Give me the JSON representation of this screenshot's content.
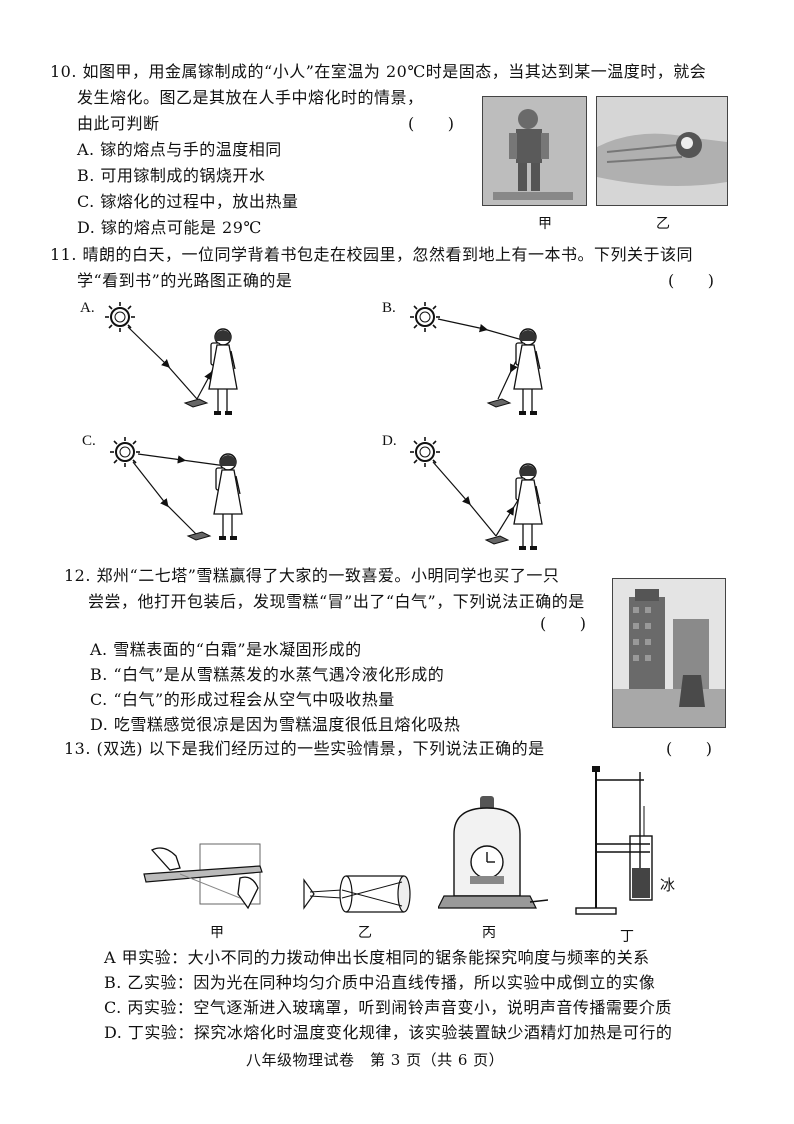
{
  "q10": {
    "l1": "10. 如图甲，用金属镓制成的“小人”在室温为 20℃时是固态，当其达到某一温度时，就会",
    "l2": "发生熔化。图乙是其放在人手中熔化时的情景，",
    "l3": "由此可判断",
    "paren": "(　　)",
    "opts": [
      "A. 镓的熔点与手的温度相同",
      "B. 可用镓制成的锅烧开水",
      "C. 镓熔化的过程中，放出热量",
      "D. 镓的熔点可能是 29℃"
    ],
    "cap1": "甲",
    "cap2": "乙"
  },
  "q11": {
    "l1": "11. 晴朗的白天，一位同学背着书包走在校园里，忽然看到地上有一本书。下列关于该同",
    "l2": "学“看到书”的光路图正确的是",
    "paren": "(　　)",
    "labels": [
      "A.",
      "B.",
      "C.",
      "D."
    ]
  },
  "q12": {
    "l1": "12. 郑州“二七塔”雪糕赢得了大家的一致喜爱。小明同学也买了一只",
    "l2": "尝尝，他打开包装后，发现雪糕“冒”出了“白气”，下列说法正确的是",
    "paren": "(　　)",
    "opts": [
      "A. 雪糕表面的“白霜”是水凝固形成的",
      "B. “白气”是从雪糕蒸发的水蒸气遇冷液化形成的",
      "C. “白气”的形成过程会从空气中吸收热量",
      "D. 吃雪糕感觉很凉是因为雪糕温度很低且熔化吸热"
    ]
  },
  "q13": {
    "l1": "13. (双选) 以下是我们经历过的一些实验情景，下列说法正确的是",
    "paren": "(　　)",
    "caps": [
      "甲",
      "乙",
      "丙",
      "丁"
    ],
    "ice": "冰",
    "opts": [
      "A  甲实验：大小不同的力拨动伸出长度相同的锯条能探究响度与频率的关系",
      "B. 乙实验：因为光在同种均匀介质中沿直线传播，所以实验中成倒立的实像",
      "C. 丙实验：空气逐渐进入玻璃罩，听到闹铃声音变小，说明声音传播需要介质",
      "D. 丁实验：探究冰熔化时温度变化规律，该实验装置缺少酒精灯加热是可行的"
    ]
  },
  "footer": "八年级物理试卷　第 3 页（共 6 页）"
}
